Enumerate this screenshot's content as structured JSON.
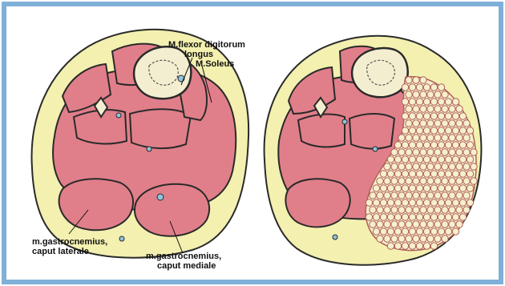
{
  "labels": {
    "flexor": [
      "M.flexor digitorum",
      "longus"
    ],
    "soleus": "M.Soleus",
    "gastro_lateral": [
      "m.gastrocnemius,",
      "caput laterale"
    ],
    "gastro_medial": [
      "m.gastrocnemius,",
      "caput mediale"
    ]
  },
  "colors": {
    "border": "#7fb0d8",
    "skin": "#f3f0b0",
    "muscle": "#e07f8a",
    "bone": "#f4eed0",
    "vessel": "#8fc4dc",
    "bubble_fill": "#f6f0cc",
    "bubble_stroke": "#b0605a",
    "outline": "#2a2a2a"
  },
  "panels": [
    "normal-cross-section",
    "affected-cross-section"
  ]
}
